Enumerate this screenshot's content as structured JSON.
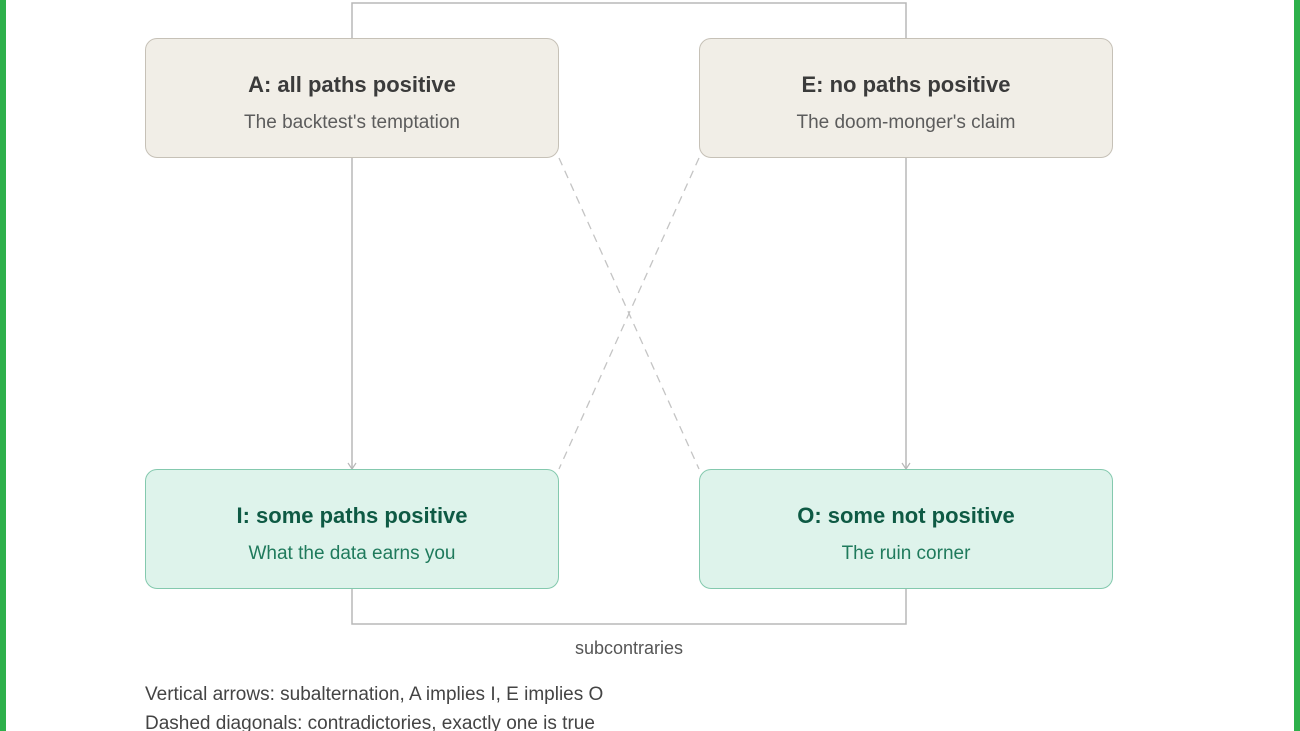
{
  "diagram": {
    "nodes": {
      "a": {
        "title": "A: all paths positive",
        "subtitle": "The backtest's temptation"
      },
      "e": {
        "title": "E: no paths positive",
        "subtitle": "The doom-monger's claim"
      },
      "i": {
        "title": "I: some paths positive",
        "subtitle": "What the data earns you"
      },
      "o": {
        "title": "O: some not positive",
        "subtitle": "The ruin corner"
      }
    },
    "bottom_label": "subcontraries",
    "legend": [
      "Vertical arrows: subalternation, A implies I, E implies O",
      "Dashed diagonals: contradictories, exactly one is true"
    ],
    "colors": {
      "frame_border": "#2db04b",
      "universal_fill": "#f1eee7",
      "particular_fill": "#def3eb",
      "connector": "#b8b8b8"
    }
  }
}
